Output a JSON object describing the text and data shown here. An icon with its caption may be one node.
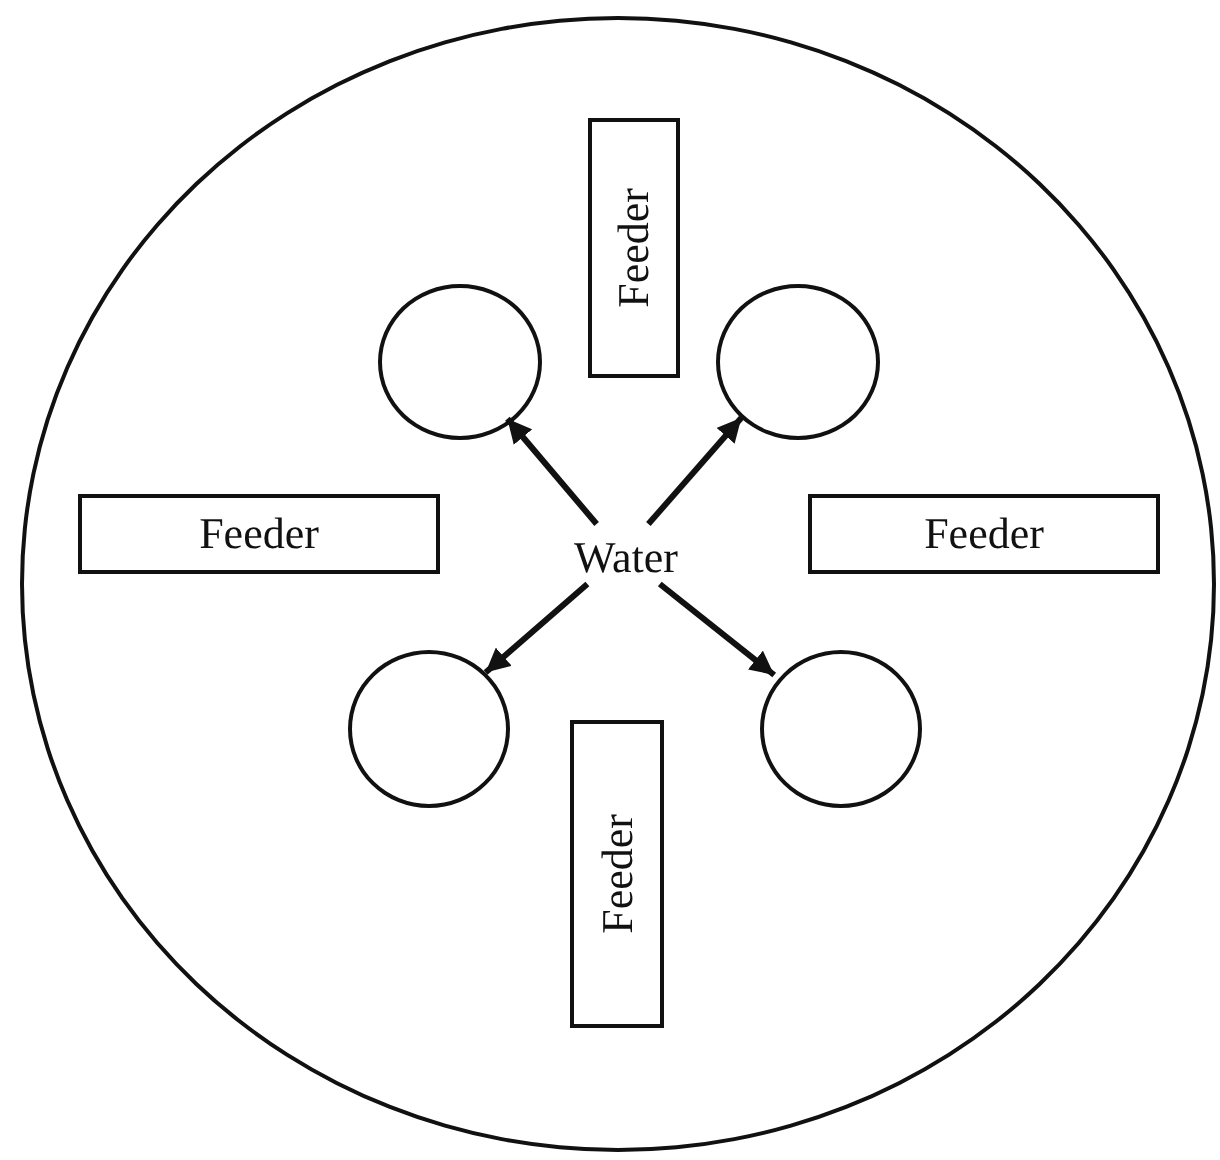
{
  "diagram": {
    "nodes": [
      {
        "text": [],
        "shape": "circle"
      },
      {
        "text": [
          "Feeder"
        ],
        "in": 0
      },
      {
        "text": [],
        "shape": "circle",
        "in": 0
      },
      {
        "text": [],
        "shape": "circle",
        "in": 0
      },
      {
        "text": [
          "Feeder"
        ],
        "in": 0
      },
      {
        "text": [
          "Water"
        ],
        "in": 0
      },
      {
        "text": [
          "Feeder"
        ],
        "in": 0
      },
      {
        "text": [],
        "shape": "circle",
        "in": 0
      },
      {
        "text": [],
        "shape": "circle",
        "in": 0
      },
      {
        "text": [
          "Feeder"
        ],
        "in": 0
      }
    ],
    "edges": [
      {
        "from": 5,
        "to": 2,
        "arrow": "to"
      },
      {
        "from": 5,
        "to": 3,
        "arrow": "to"
      },
      {
        "from": 5,
        "to": 7,
        "arrow": "to"
      },
      {
        "from": 5,
        "to": 8,
        "arrow": "to"
      }
    ]
  }
}
